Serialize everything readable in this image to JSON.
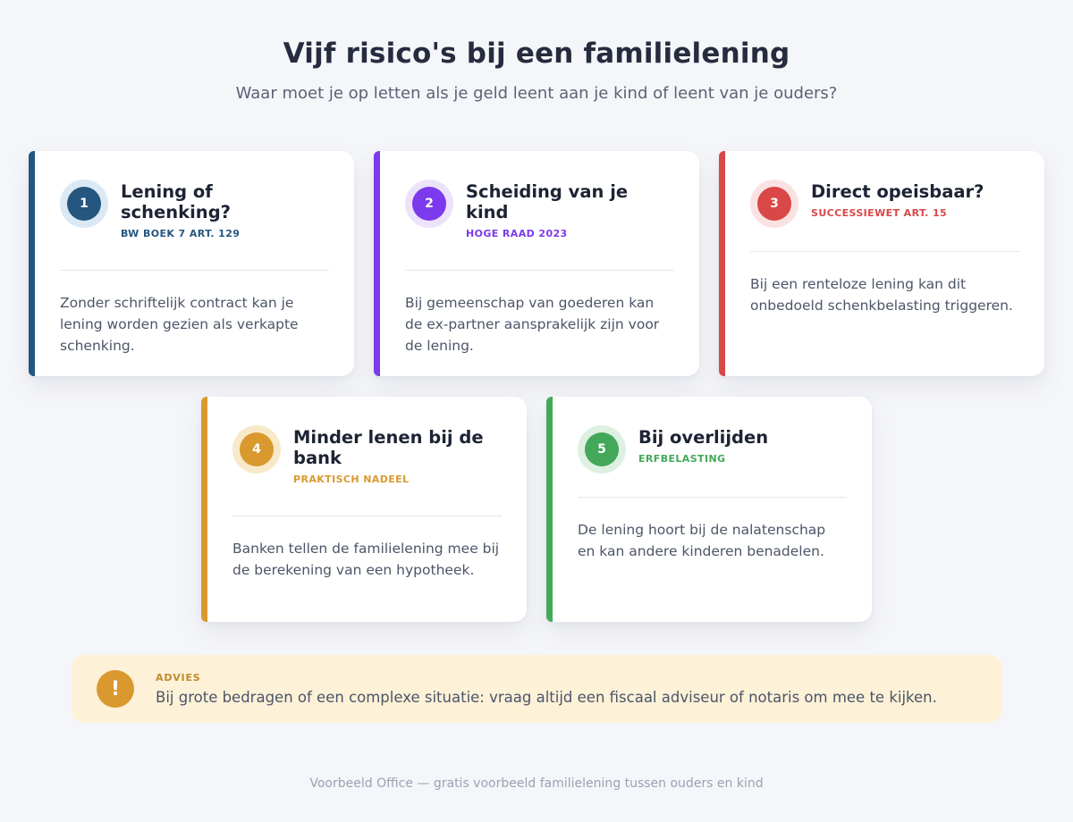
{
  "theme": {
    "background": "#f5f6f9",
    "card_background": "#ffffff",
    "heading_color": "#262c3e",
    "body_text_color": "#4c5568",
    "footer_color": "#9aa2b2"
  },
  "header": {
    "title": "Vijf risico's bij een familielening",
    "subtitle": "Waar moet je op letten als je geld leent aan je kind of leent van je ouders?"
  },
  "cards": [
    {
      "number": "1",
      "title": "Lening of schenking?",
      "badge": "BW BOEK 7 ART. 129",
      "body": "Zonder schriftelijk contract kan je lening worden gezien als verkapte schenking.",
      "accent": "#25567f",
      "accent_soft": "#dce9f4"
    },
    {
      "number": "2",
      "title": "Scheiding van je kind",
      "badge": "HOGE RAAD 2023",
      "body": "Bij gemeenschap van goederen kan de ex-partner aansprakelijk zijn voor de lening.",
      "accent": "#7c3aed",
      "accent_soft": "#ece3fb"
    },
    {
      "number": "3",
      "title": "Direct opeisbaar?",
      "badge": "SUCCESSIEWET ART. 15",
      "body": "Bij een renteloze lening kan dit onbedoeld schenkbelasting triggeren.",
      "accent": "#d94747",
      "accent_soft": "#fbe2e2"
    },
    {
      "number": "4",
      "title": "Minder lenen bij de bank",
      "badge": "PRAKTISCH NADEEL",
      "body": "Banken tellen de familielening mee bij de berekening van een hypotheek.",
      "accent": "#d9992f",
      "accent_soft": "#f8e9c9"
    },
    {
      "number": "5",
      "title": "Bij overlijden",
      "badge": "ERFBELASTING",
      "body": "De lening hoort bij de nalatenschap en kan andere kinderen benadelen.",
      "accent": "#44a85a",
      "accent_soft": "#def0e1"
    }
  ],
  "advice": {
    "icon": "!",
    "label": "ADVIES",
    "text": "Bij grote bedragen of een complexe situatie: vraag altijd een fiscaal adviseur of notaris om mee te kijken.",
    "background_color": "#fdf1d7",
    "accent_color": "#d9992f",
    "label_color": "#bf8a2e"
  },
  "footer": {
    "text": "Voorbeeld Office — gratis voorbeeld familielening tussen ouders en kind"
  }
}
